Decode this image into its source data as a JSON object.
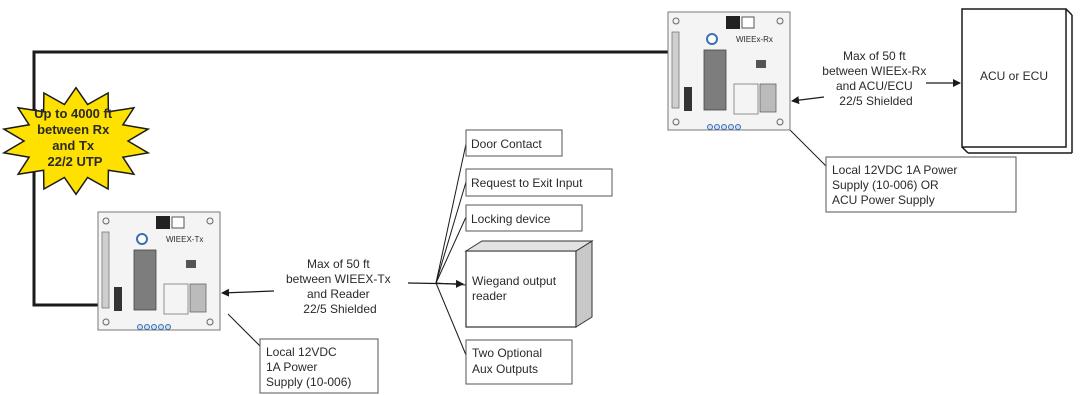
{
  "burst": {
    "lines": [
      "Up to 4000 ft",
      "between Rx",
      "and Tx",
      "22/2 UTP"
    ],
    "fill_color": "#ffe100"
  },
  "rx_board": {
    "label": "WIEEx-Rx"
  },
  "tx_board": {
    "label": "WIEEX-Tx"
  },
  "rx_distance_note": {
    "lines": [
      "Max of 50 ft",
      "between WIEEx-Rx",
      "and ACU/ECU",
      "22/5 Shielded"
    ]
  },
  "tx_distance_note": {
    "lines": [
      "Max of 50 ft",
      "between WIEEX-Tx",
      "and Reader",
      "22/5 Shielded"
    ]
  },
  "acu": {
    "label": "ACU or ECU"
  },
  "rx_power": {
    "lines": [
      "Local 12VDC 1A Power",
      "Supply (10-006) OR",
      "ACU Power Supply"
    ]
  },
  "tx_power": {
    "lines": [
      "Local 12VDC",
      "1A Power",
      "Supply (10-006)"
    ]
  },
  "devices": {
    "door_contact": "Door Contact",
    "request_to_exit": "Request to Exit Input",
    "locking_device": "Locking device",
    "reader": [
      "Wiegand output",
      "reader"
    ],
    "aux_outputs": [
      "Two Optional",
      "Aux Outputs"
    ]
  },
  "colors": {
    "line": "#1a1a1a",
    "board_fill": "#f4f4f4",
    "board_stroke": "#777777",
    "accent_blue": "#3d6fb0"
  }
}
